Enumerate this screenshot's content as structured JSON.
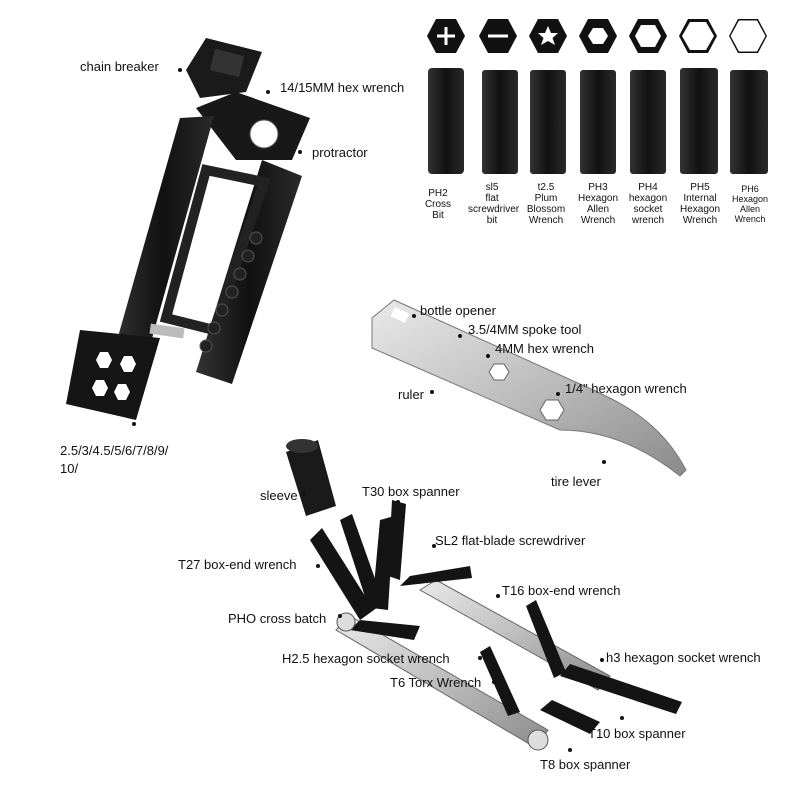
{
  "upper_tool": {
    "labels": {
      "chain_breaker": "chain breaker",
      "hex_wrench": "14/15MM hex wrench",
      "protractor": "protractor",
      "hex_sizes_1": "2.5/3/4.5/5/6/7/8/9/",
      "hex_sizes_2": "10/"
    }
  },
  "bits": [
    {
      "icon": "cross-icon",
      "label": "PH2\nCross\nBit"
    },
    {
      "icon": "minus-icon",
      "label": "sl5\nflat\nscrewdriver\nbit"
    },
    {
      "icon": "star-icon",
      "label": "t2.5\nPlum\nBlossom\nWrench"
    },
    {
      "icon": "hexagon-icon",
      "label": "PH3\nHexagon\nAllen\nWrench"
    },
    {
      "icon": "hexagon-icon",
      "label": "PH4\nhexagon\nsocket\nwrench"
    },
    {
      "icon": "hexagon-icon",
      "label": "PH5\nInternal\nHexagon\nWrench"
    },
    {
      "icon": "hexagon-icon",
      "label": "PH6\nHexagon\nAllen\nWrench"
    }
  ],
  "plate_tool": {
    "labels": {
      "bottle_opener": "bottle opener",
      "spoke_tool": "3.5/4MM spoke tool",
      "hex_wrench_4mm": "4MM hex wrench",
      "ruler": "ruler",
      "hex_quarter": "1/4\" hexagon wrench",
      "tire_lever": "tire lever"
    }
  },
  "folding_tool": {
    "labels": {
      "sleeve": "sleeve",
      "t30": "T30 box spanner",
      "sl2": "SL2 flat-blade screwdriver",
      "t27": "T27 box-end wrench",
      "t16": "T16 box-end wrench",
      "pho": "PHO cross batch",
      "h25": "H2.5 hexagon socket wrench",
      "h3": "h3 hexagon socket wrench",
      "t6": "T6 Torx Wrench",
      "t10": "T10 box spanner",
      "t8": "T8 box spanner"
    }
  }
}
